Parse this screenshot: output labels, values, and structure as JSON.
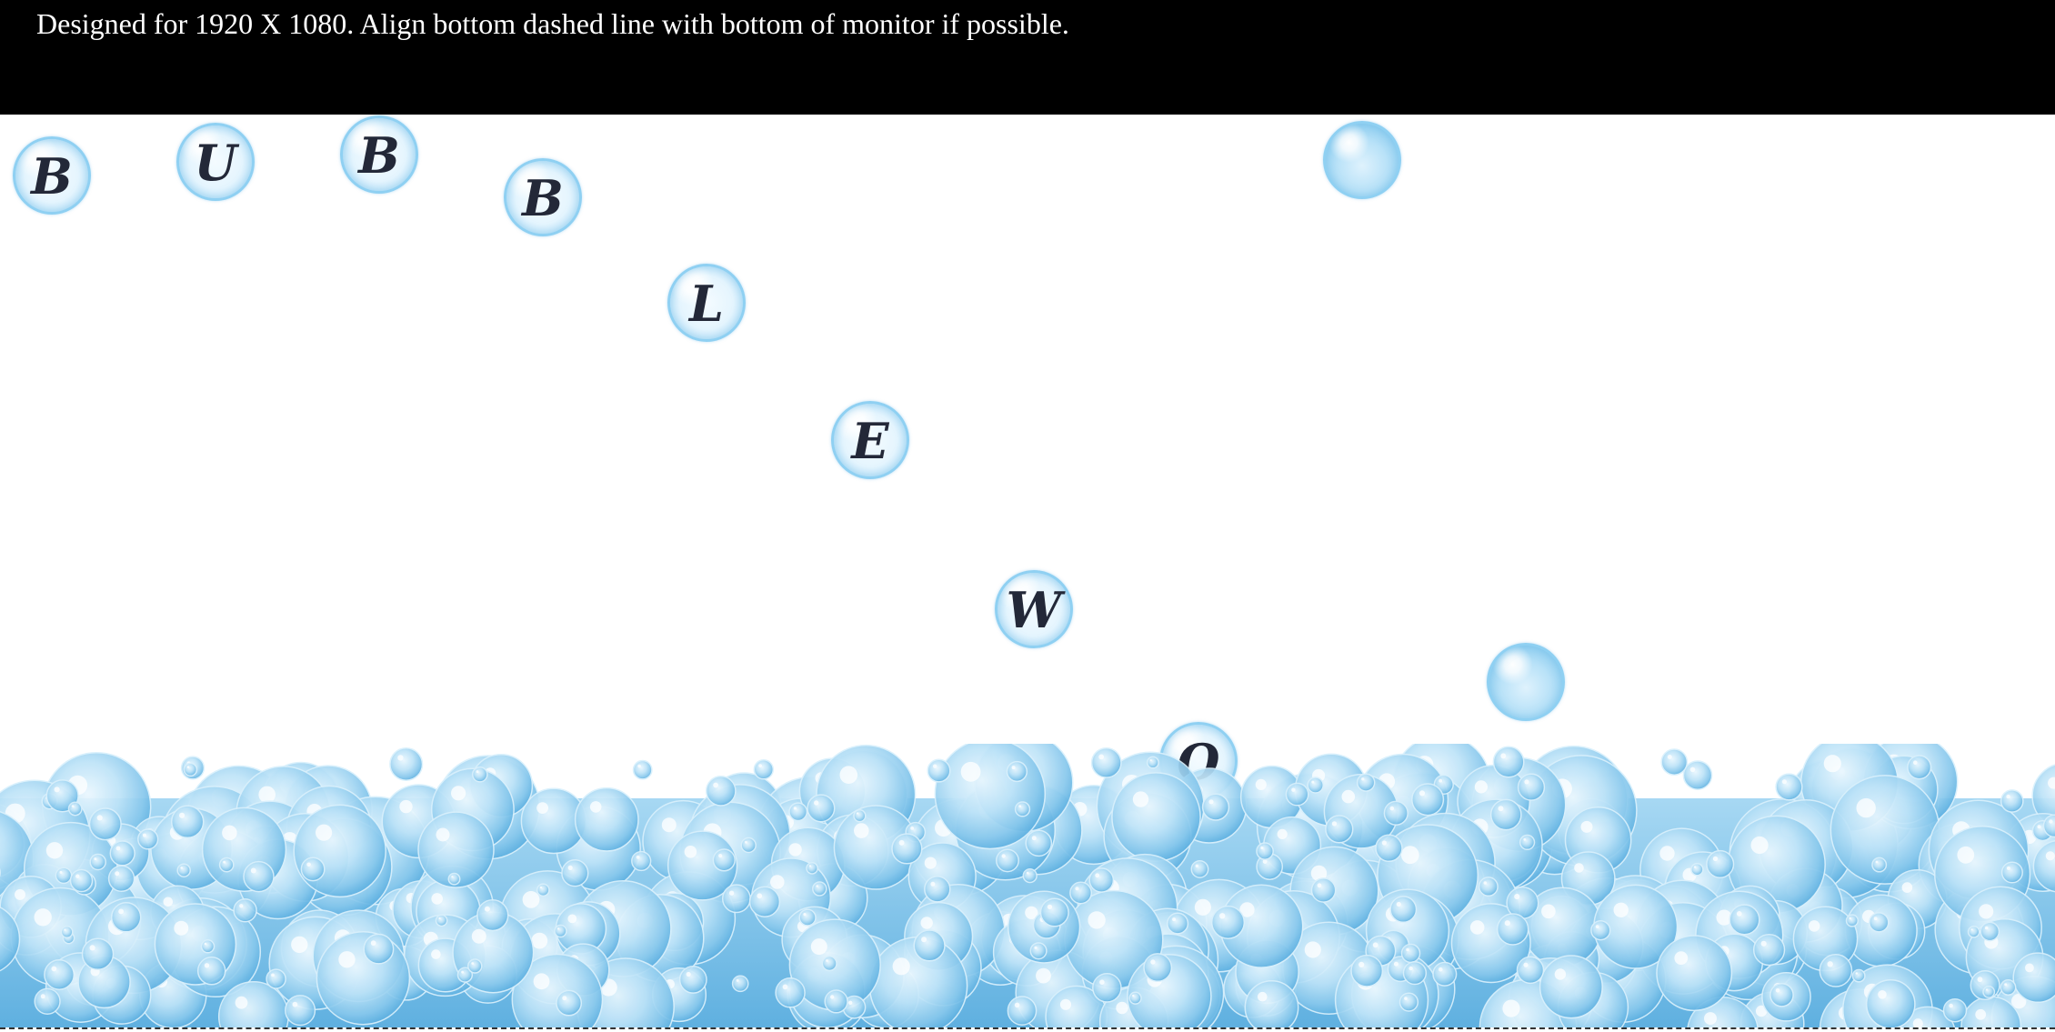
{
  "header": {
    "instruction": "Designed for 1920 X 1080. Align bottom dashed line with bottom of monitor if possible."
  },
  "bubbles": [
    {
      "letter": "B"
    },
    {
      "letter": "U"
    },
    {
      "letter": "B"
    },
    {
      "letter": "B"
    },
    {
      "letter": "L"
    },
    {
      "letter": "E"
    },
    {
      "letter": "W"
    },
    {
      "letter": "O"
    },
    {
      "letter": ""
    },
    {
      "letter": ""
    }
  ],
  "colors": {
    "banner": "#000000",
    "bubble_rim": "#8fd0f2",
    "letter": "#232838",
    "foam_light": "#d6eefb",
    "foam_dark": "#5aaee0"
  }
}
